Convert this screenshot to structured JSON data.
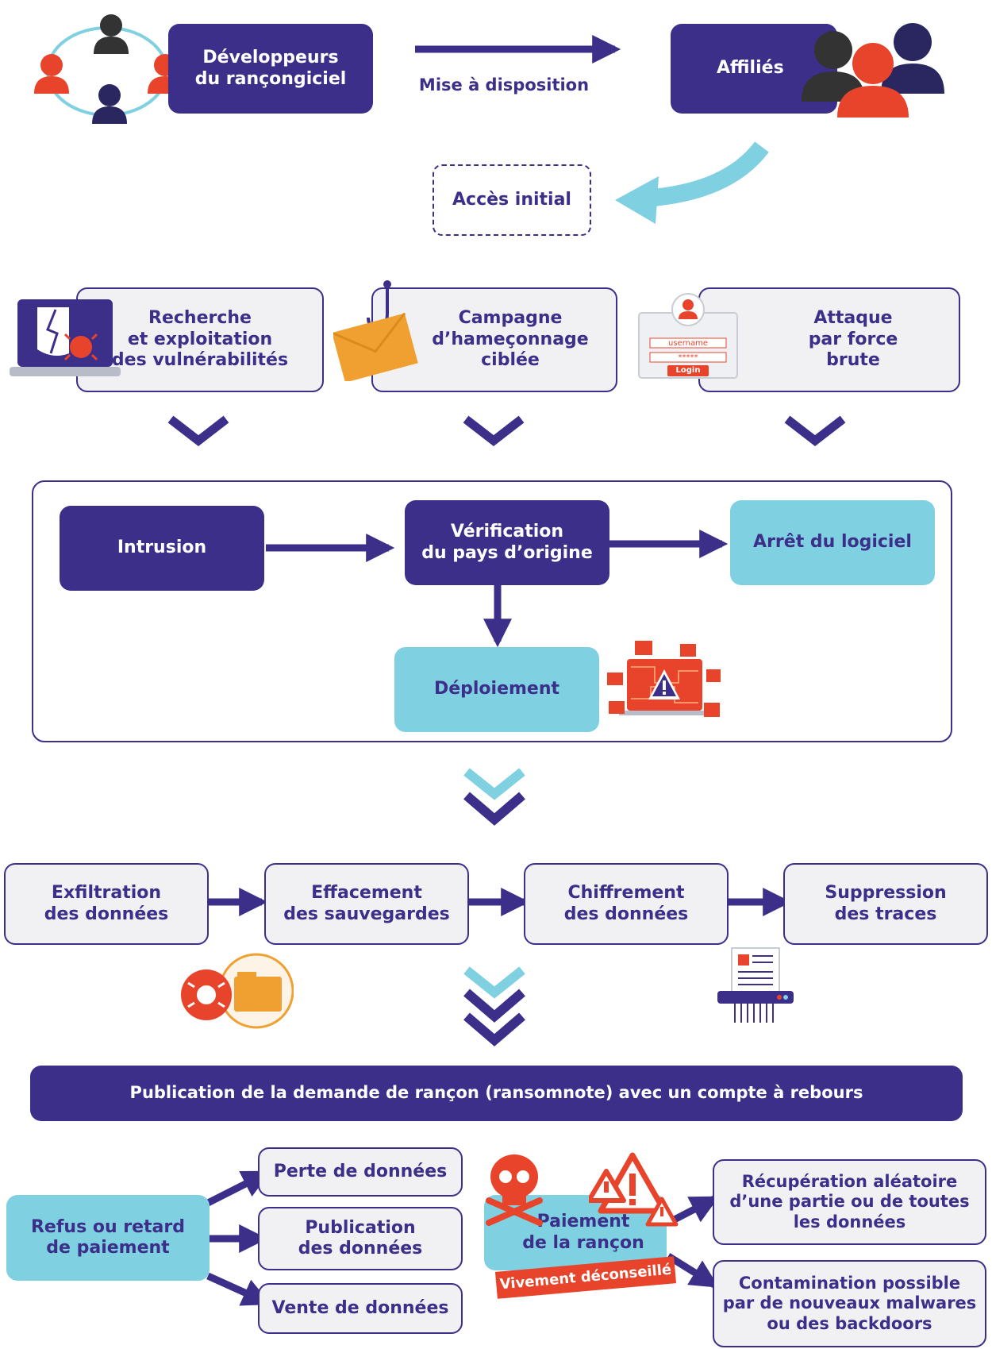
{
  "colors": {
    "navy": "#3b2f8a",
    "cyan": "#7fd0e0",
    "light": "#f1f1f4",
    "red": "#e8442c",
    "orange": "#f0a030",
    "dark": "#333333"
  },
  "top": {
    "developers": "Développeurs\ndu rançongiciel",
    "arrow_label": "Mise à disposition",
    "affiliates": "Affiliés",
    "initial_access": "Accès initial"
  },
  "vectors": [
    {
      "label": "Recherche\net exploitation\ndes vulnérabilités",
      "icon": "laptop-shield-bug-icon"
    },
    {
      "label": "Campagne\nd’hameçonnage\nciblée",
      "icon": "envelope-hook-icon"
    },
    {
      "label": "Attaque\npar force\nbrute",
      "icon": "login-form-icon"
    }
  ],
  "login_form": {
    "username": "username",
    "password": "*****",
    "button": "Login"
  },
  "process": {
    "intrusion": "Intrusion",
    "verification": "Vérification\ndu pays d’origine",
    "stop": "Arrêt du logiciel",
    "deploy": "Déploiement"
  },
  "steps": [
    "Exfiltration\ndes données",
    "Effacement\ndes sauvegardes",
    "Chiffrement\ndes données",
    "Suppression\ndes traces"
  ],
  "ransom_note": "Publication de la demande de rançon (ransomnote) avec un compte à rebours",
  "refusal": {
    "label": "Refus ou retard\nde paiement",
    "outcomes": [
      "Perte de données",
      "Publication\ndes données",
      "Vente de données"
    ]
  },
  "payment": {
    "label": "Paiement\nde la rançon",
    "warning": "Vivement déconseillé",
    "outcomes": [
      "Récupération aléatoire\nd’une partie ou de toutes\nles données",
      "Contamination possible\npar de nouveaux malwares\nou des backdoors"
    ]
  }
}
